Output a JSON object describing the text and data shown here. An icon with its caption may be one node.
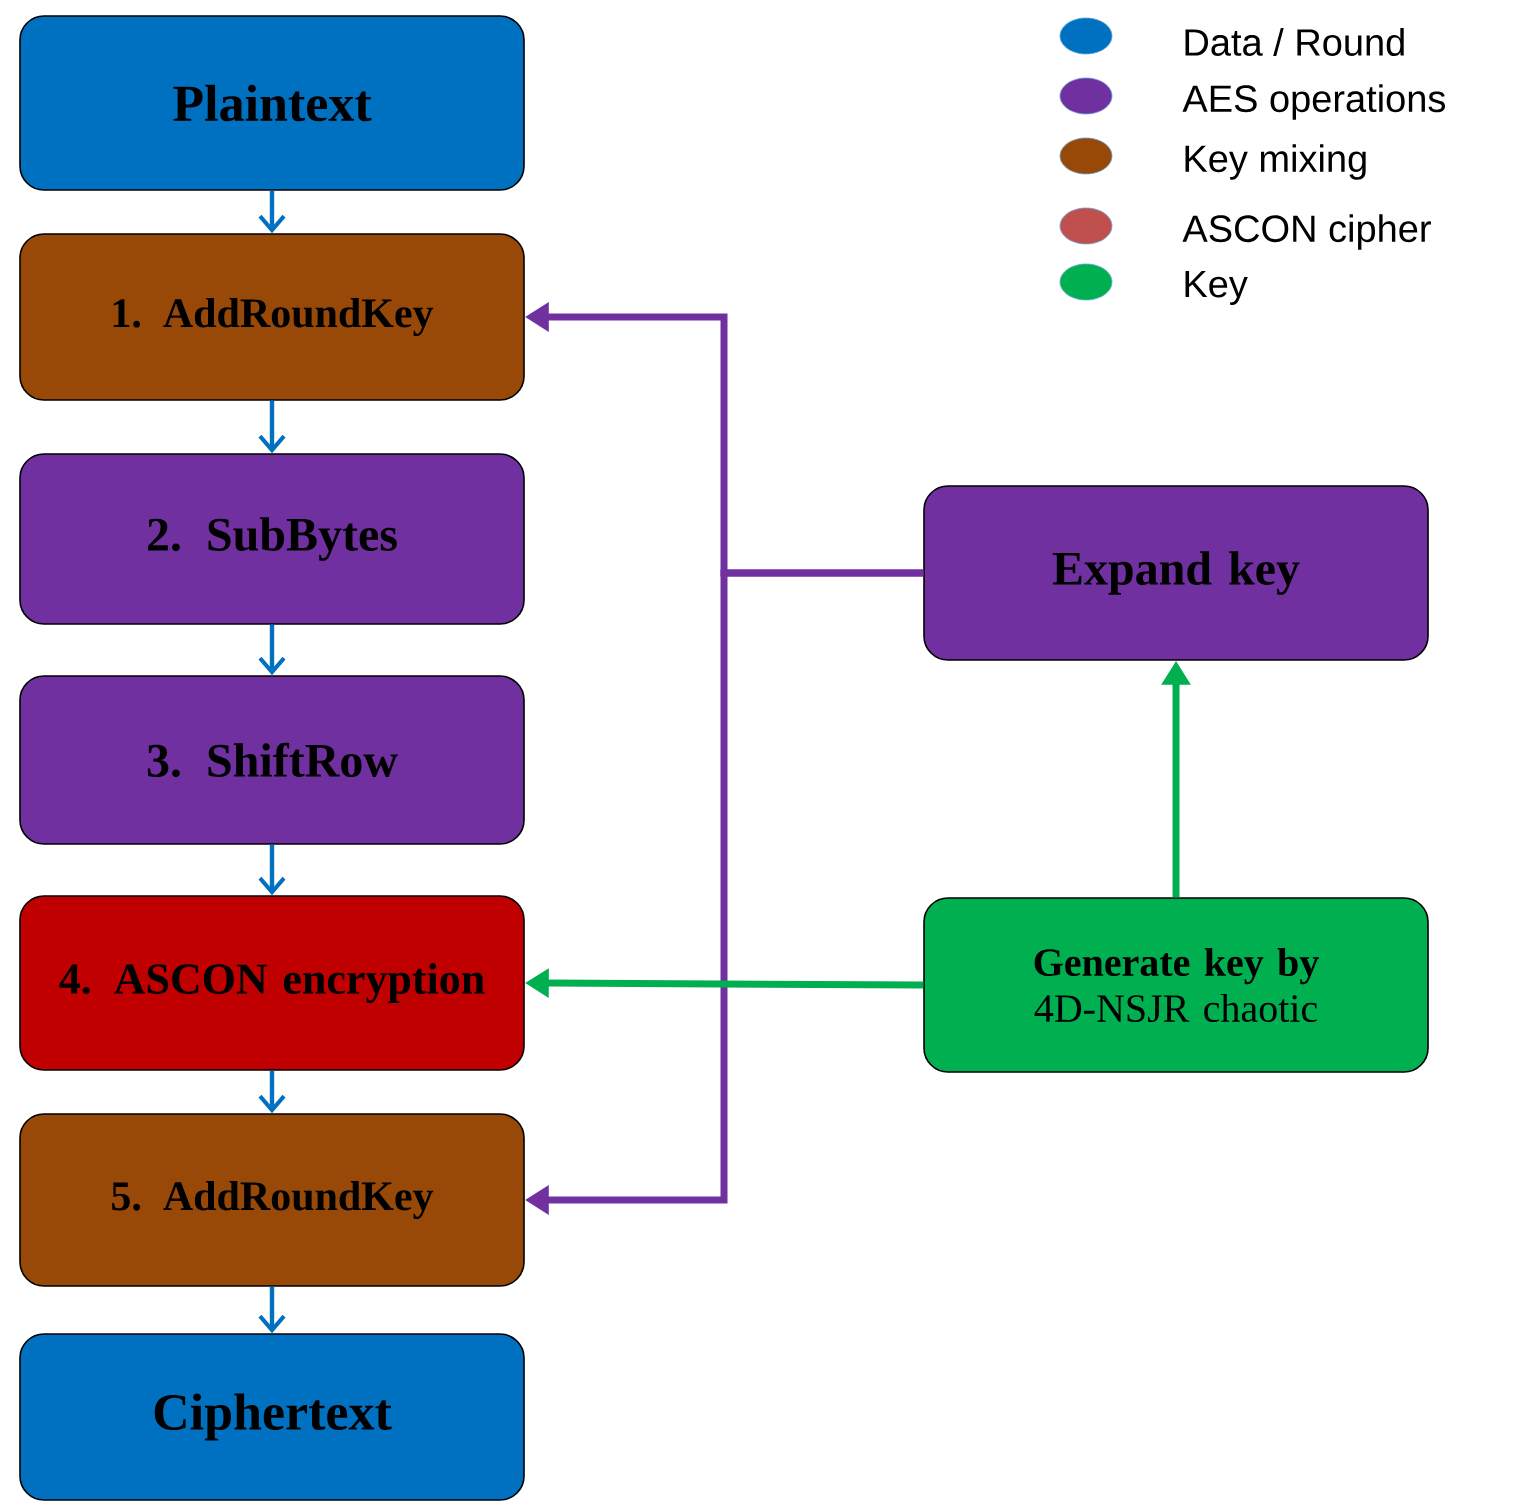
{
  "diagram": {
    "nodes": [
      {
        "text": [
          "Plaintext"
        ]
      },
      {
        "text": [
          "1. AddRoundKey"
        ]
      },
      {
        "text": [
          "2. SubBytes"
        ]
      },
      {
        "text": [
          "3. ShiftRow"
        ]
      },
      {
        "text": [
          "4. ASCON encryption"
        ]
      },
      {
        "text": [
          "5. AddRoundKey"
        ]
      },
      {
        "text": [
          "Ciphertext"
        ]
      },
      {
        "text": [
          "Expand key"
        ]
      },
      {
        "text": [
          "**Generate key by** 4D-NSJR chaotic"
        ]
      }
    ],
    "edges": [
      {
        "from": 0,
        "to": 1,
        "arrow": "to",
        "color": "#0070c0"
      },
      {
        "from": 1,
        "to": 2,
        "arrow": "to",
        "color": "#0070c0"
      },
      {
        "from": 2,
        "to": 3,
        "arrow": "to",
        "color": "#0070c0"
      },
      {
        "from": 3,
        "to": 4,
        "arrow": "to",
        "color": "#0070c0"
      },
      {
        "from": 4,
        "to": 5,
        "arrow": "to",
        "color": "#0070c0"
      },
      {
        "from": 5,
        "to": 6,
        "arrow": "to",
        "color": "#0070c0"
      },
      {
        "from": 7,
        "to": 1,
        "arrow": "to",
        "color": "#7030a0"
      },
      {
        "from": 7,
        "to": 5,
        "arrow": "to",
        "color": "#7030a0"
      },
      {
        "from": 8,
        "to": 7,
        "arrow": "to",
        "color": "#00b050"
      },
      {
        "from": 8,
        "to": 4,
        "arrow": "to",
        "color": "#00b050"
      }
    ],
    "legend": [
      {
        "text": "Data / Round",
        "color": "#0070c0"
      },
      {
        "text": "AES operations",
        "color": "#7030a0"
      },
      {
        "text": "Key mixing",
        "color": "#984807"
      },
      {
        "text": "ASCON cipher",
        "color": "#c0504d"
      },
      {
        "text": "Key",
        "color": "#00b050"
      }
    ]
  }
}
